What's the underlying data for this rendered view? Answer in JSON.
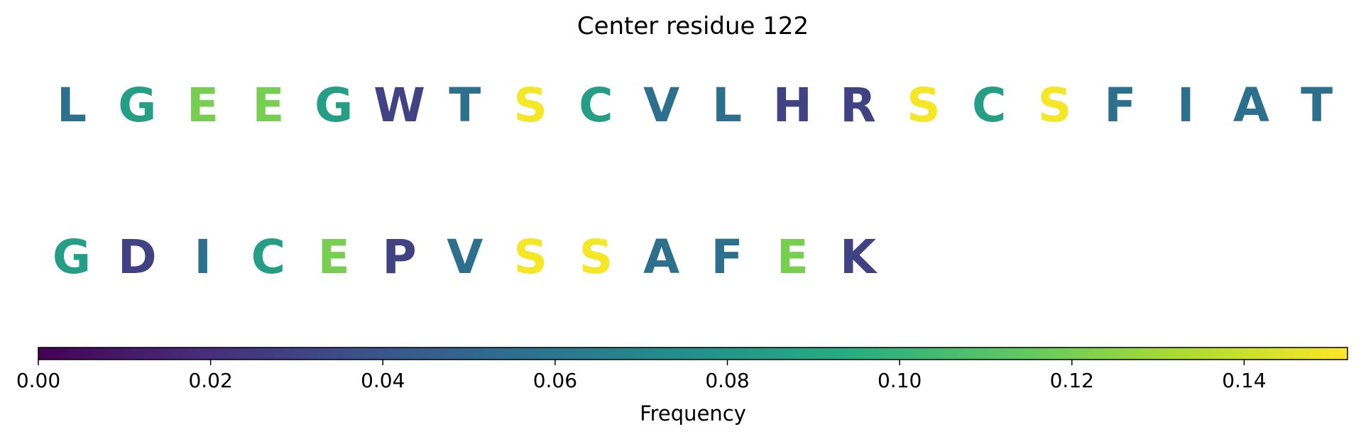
{
  "chart_data": {
    "type": "heatmap",
    "title": "Center residue 122",
    "rows": [
      {
        "residues": [
          "L",
          "G",
          "E",
          "E",
          "G",
          "W",
          "T",
          "S",
          "C",
          "V",
          "L",
          "H",
          "R",
          "S",
          "C",
          "S",
          "F",
          "I",
          "A",
          "T"
        ],
        "values": [
          0.056,
          0.085,
          0.12,
          0.12,
          0.085,
          0.03,
          0.056,
          0.15,
          0.085,
          0.056,
          0.056,
          0.03,
          0.03,
          0.15,
          0.085,
          0.15,
          0.056,
          0.056,
          0.056,
          0.056
        ]
      },
      {
        "residues": [
          "G",
          "D",
          "I",
          "C",
          "E",
          "P",
          "V",
          "S",
          "S",
          "A",
          "F",
          "E",
          "K"
        ],
        "values": [
          0.085,
          0.03,
          0.056,
          0.085,
          0.12,
          0.03,
          0.056,
          0.15,
          0.15,
          0.056,
          0.056,
          0.12,
          0.03
        ]
      }
    ],
    "colorbar": {
      "colormap": "viridis",
      "range": [
        0,
        0.152
      ],
      "ticks": [
        0.0,
        0.02,
        0.04,
        0.06,
        0.08,
        0.1,
        0.12,
        0.14
      ],
      "tick_labels": [
        "0.00",
        "0.02",
        "0.04",
        "0.06",
        "0.08",
        "0.10",
        "0.12",
        "0.14"
      ],
      "label": "Frequency"
    }
  }
}
